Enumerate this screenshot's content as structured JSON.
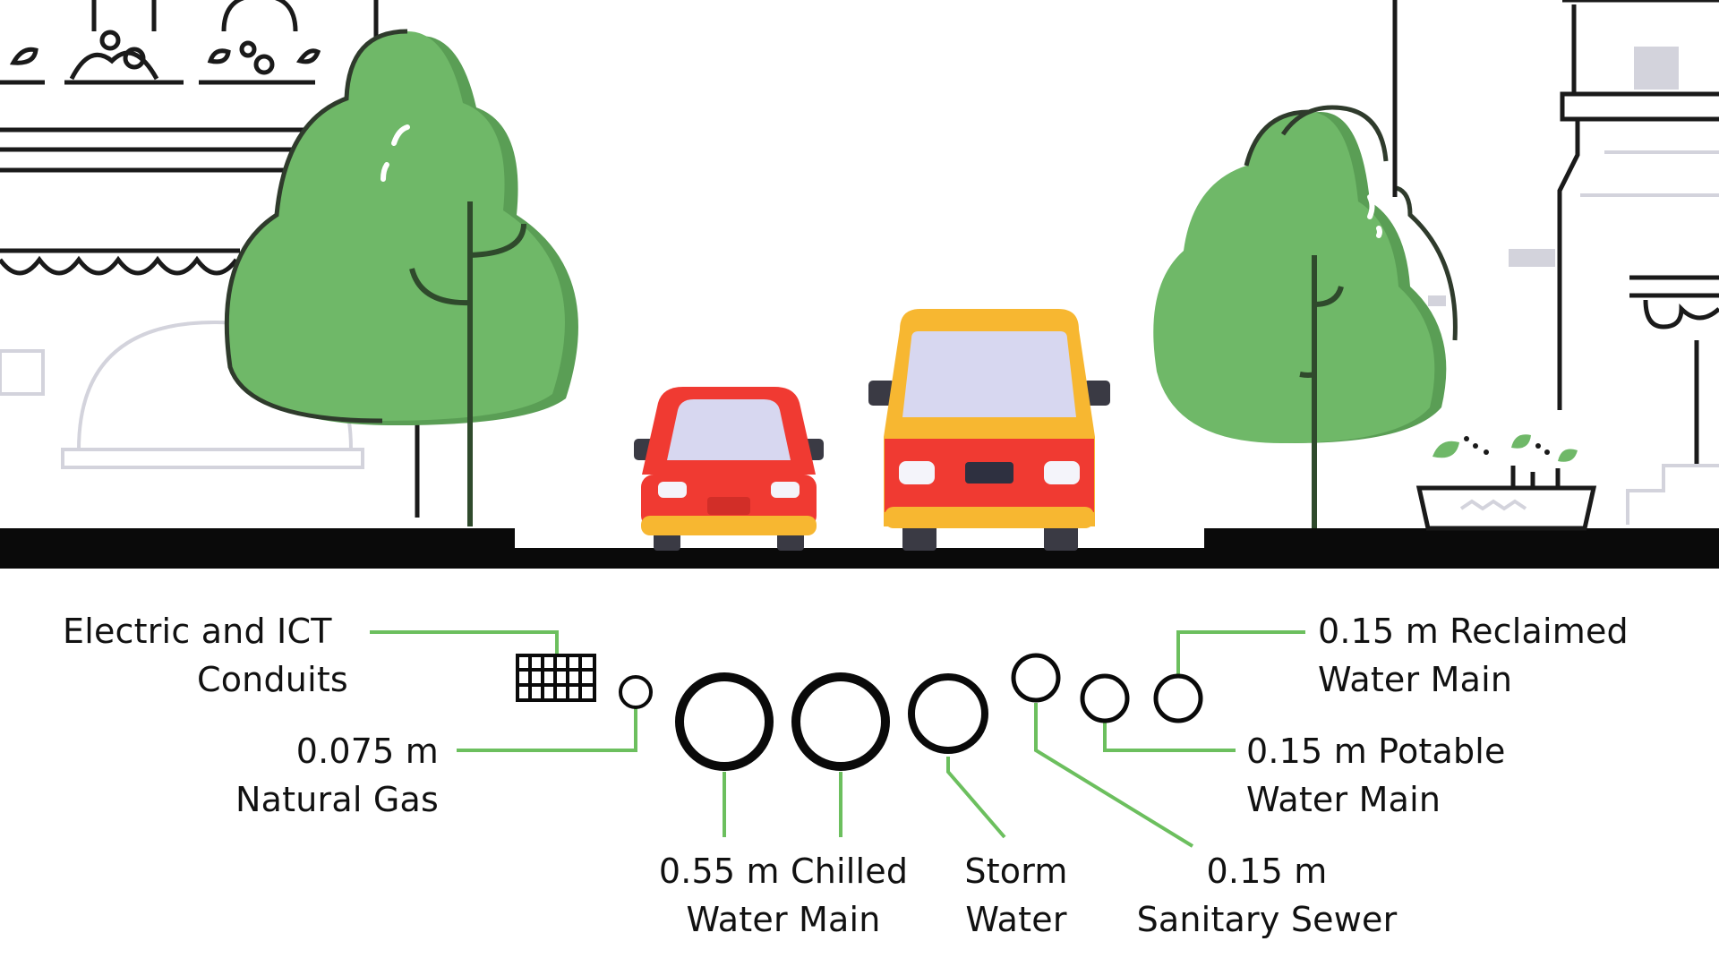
{
  "labels": {
    "electric_ict": [
      "Electric and ICT",
      "Conduits"
    ],
    "natural_gas": [
      "0.075 m",
      "Natural Gas"
    ],
    "chilled_water": [
      "0.55 m Chilled",
      "Water Main"
    ],
    "storm_water": [
      "Storm",
      "Water"
    ],
    "sanitary_sewer": [
      "0.15 m",
      "Sanitary Sewer"
    ],
    "potable_water": [
      "0.15 m Potable",
      "Water Main"
    ],
    "reclaimed_water": [
      "0.15 m Reclaimed",
      "Water Main"
    ]
  },
  "colors": {
    "leader_line": "#6cbf5e",
    "tree_light": "#6fb868",
    "tree_dark": "#5a9e55",
    "car_red": "#f03a32",
    "car_yellow": "#f7b731",
    "window": "#d7d7f0",
    "outline": "#1a1a1a",
    "faded": "#d3d3dc"
  }
}
